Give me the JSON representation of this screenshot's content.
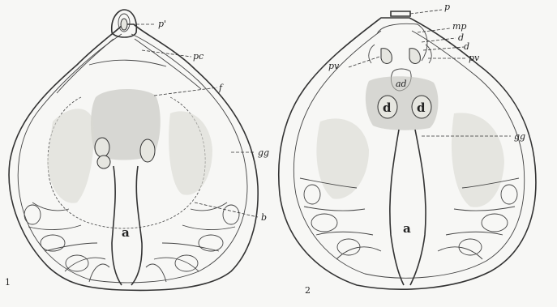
{
  "figure1": {
    "number": "1",
    "labels": {
      "p_prime": "p'",
      "pc": "pc",
      "f": "f",
      "gg": "gg",
      "b": "b",
      "a": "a"
    }
  },
  "figure2": {
    "number": "2",
    "labels": {
      "p": "p",
      "mp": "mp",
      "d1": "d",
      "d2": "d",
      "pv_left": "pv",
      "pv_right": "pv",
      "ad": "ad",
      "d_left": "d",
      "d_right": "d",
      "gg": "gg",
      "a": "a"
    }
  }
}
